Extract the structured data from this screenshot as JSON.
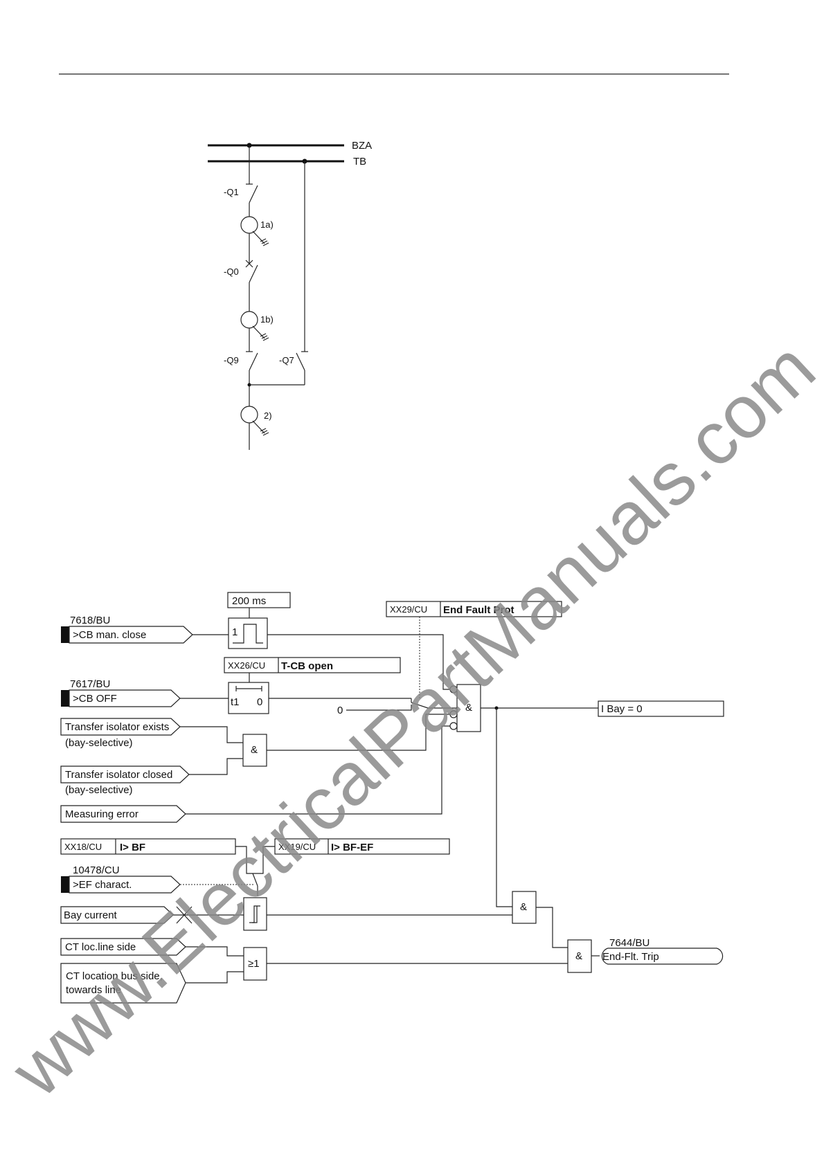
{
  "single_line": {
    "busbar_a": "BZA",
    "busbar_b": "TB",
    "q1": "-Q1",
    "q0": "-Q0",
    "q9": "-Q9",
    "q7": "-Q7",
    "ct1a": "1a)",
    "ct1b": "1b)",
    "ct2": "2)"
  },
  "logic": {
    "timer_200": "200 ms",
    "pulse_one": "1",
    "xx29_addr": "XX29/CU",
    "xx29_name": "End Fault Prot",
    "in_cb_close_num": "7618/BU",
    "in_cb_close": ">CB man. close",
    "xx26_addr": "XX26/CU",
    "xx26_name": "T-CB open",
    "in_cb_off_num": "7617/BU",
    "in_cb_off": ">CB OFF",
    "t1": "t1",
    "t1_zero": "0",
    "switch_zero": "0",
    "in_transfer_exists": "Transfer isolator exists",
    "in_transfer_exists_sub": "(bay-selective)",
    "in_transfer_closed": "Transfer isolator closed",
    "in_transfer_closed_sub": "(bay-selective)",
    "in_meas_error": "Measuring error",
    "and_sym": "&",
    "or_sym": "≥1",
    "out_ibay": "I Bay = 0",
    "xx18_addr": "XX18/CU",
    "xx18_name": "I> BF",
    "xx19_addr": "XX19/CU",
    "xx19_name": "I> BF-EF",
    "in_ef_num": "10478/CU",
    "in_ef": ">EF charact.",
    "in_bay_current": "Bay current",
    "in_ct_line": "CT loc.line side",
    "in_ct_bus_1": "CT location bus side,",
    "in_ct_bus_2": "towards line",
    "out_trip_num": "7644/BU",
    "out_trip": "End-Flt. Trip"
  },
  "watermark": "www.ElectricalPartManuals.com"
}
